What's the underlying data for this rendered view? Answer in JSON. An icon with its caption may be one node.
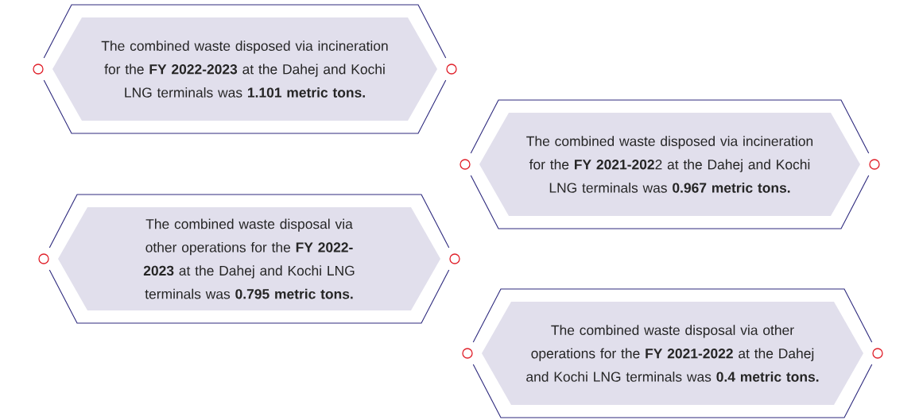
{
  "diagram": {
    "nodes": [
      {
        "text": [
          "The combined waste disposed via incineration for the **FY 2022-2023** at the Dahej and Kochi LNG terminals was **1.101 metric tons.**"
        ]
      },
      {
        "text": [
          "The combined waste disposed via incineration for the **FY 2021-202**2 at the Dahej and Kochi LNG terminals was **0.967 metric tons.**"
        ]
      },
      {
        "text": [
          "The combined waste disposal via other operations for the **FY 2022-2023** at the Dahej and Kochi LNG terminals was **0.795 metric tons.**"
        ]
      },
      {
        "text": [
          "The combined waste disposal via other operations for the **FY 2021-2022** at the Dahej and Kochi LNG terminals was **0.4 metric tons.**"
        ]
      }
    ]
  }
}
